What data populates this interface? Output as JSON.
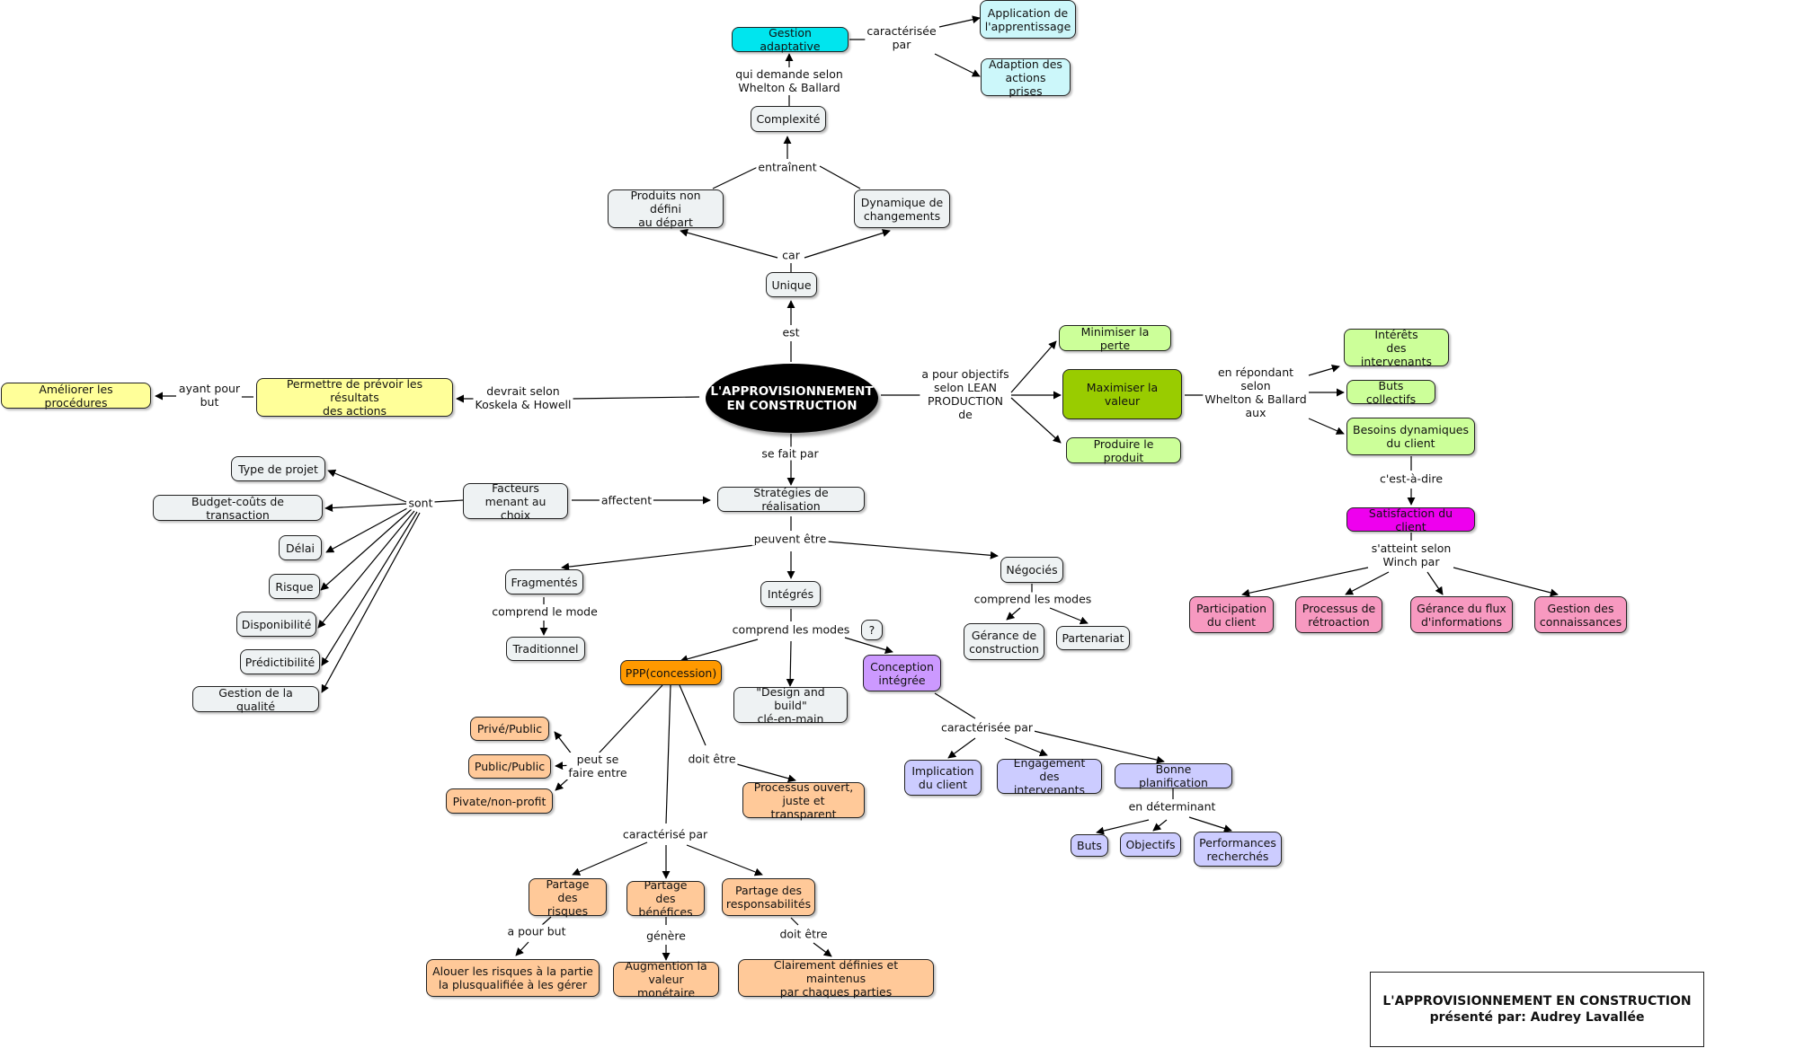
{
  "central": "L'APPROVISIONNEMENT\nEN CONSTRUCTION",
  "nodes": {
    "gestion_adaptative": "Gestion adaptative",
    "app_apprentissage": "Application de\nl'apprentissage",
    "adaption_actions": "Adaption des\nactions prises",
    "complexite": "Complexité",
    "produits_non_defini": "Produits non défini\nau départ",
    "dynamique": "Dynamique de\nchangements",
    "unique": "Unique",
    "ameliorer": "Améliorer les procédures",
    "permettre": "Permettre de prévoir les résultats\ndes actions",
    "minimiser": "Minimiser la perte",
    "maximiser": "Maximiser la valeur",
    "produire": "Produire le produit",
    "interets": "Intérêts\ndes intervenants",
    "buts_collectifs": "Buts collectifs",
    "besoins": "Besoins dynamiques\ndu client",
    "satisfaction": "Satisfaction du client",
    "participation": "Participation\ndu client",
    "processus_retroaction": "Processus de\nrétroaction",
    "gerance_flux": "Gérance du flux\nd'informations",
    "gestion_connaissances": "Gestion des\nconnaissances",
    "type_projet": "Type de projet",
    "budget": "Budget-coûts de transaction",
    "delai": "Délai",
    "risque": "Risque",
    "disponibilite": "Disponibilité",
    "predictibilite": "Prédictibilité",
    "gestion_qualite": "Gestion de la qualité",
    "facteurs": "Facteurs\nmenant au choix",
    "strategies": "Stratégies de réalisation",
    "fragmentes": "Fragmentés",
    "traditionnel": "Traditionnel",
    "integres": "Intégrés",
    "negocies": "Négociés",
    "gerance_construction": "Gérance de\nconstruction",
    "partenariat": "Partenariat",
    "question": "?",
    "conception": "Conception\nintégrée",
    "ppp": "PPP(concession)",
    "design_build": "\"Design and build\"\nclé-en-main",
    "implication": "Implication\ndu client",
    "engagement": "Engagement\ndes intervenants",
    "bonne_planification": "Bonne planification",
    "buts": "Buts",
    "objectifs": "Objectifs",
    "performances": "Performances\nrecherchés",
    "prive_public": "Privé/Public",
    "public_public": "Public/Public",
    "pivate": "Pivate/non-profit",
    "processus_ouvert": "Processus ouvert,\njuste et transparent",
    "partage_risques": "Partage des\nrisques",
    "partage_benefices": "Partage des\nbénéfices",
    "partage_resp": "Partage des\nresponsabilités",
    "alouer": "Alouer les risques à la partie\nla plusqualifiée à les gérer",
    "augmention": "Augmention la\nvaleur monétaire",
    "clairement": "Clairement définies et maintenus\npar chaques parties"
  },
  "links": {
    "caracterisee_par": "caractérisée\npar",
    "qui_demande": "qui demande selon\nWhelton & Ballard",
    "entrainent": "entraînent",
    "car": "car",
    "est": "est",
    "ayant_pour_but": "ayant pour\nbut",
    "devrait_selon": "devrait selon\nKoskela & Howell",
    "a_pour_objectifs": "a pour objectifs\nselon LEAN\nPRODUCTION\nde",
    "en_repondant": "en répondant\nselon\nWhelton & Ballard\naux",
    "cest_a_dire": "c'est-à-dire",
    "satteint": "s'atteint selon\nWinch par",
    "se_fait_par": "se fait par",
    "sont": "sont",
    "affectent": "affectent",
    "peuvent_etre": "peuvent être",
    "comprend_le_mode": "comprend le mode",
    "comprend_les_modes_neg": "comprend les modes",
    "comprend_les_modes_int": "comprend les modes",
    "caracterisee_par_2": "caractérisée par",
    "en_determinant": "en déterminant",
    "peut_se_faire": "peut se\nfaire entre",
    "doit_etre": "doit être",
    "caracterise_par": "caractérisé par",
    "a_pour_but": "a pour but",
    "genere": "génère",
    "doit_etre_2": "doit être"
  },
  "title_box": {
    "line1": "L'APPROVISIONNEMENT EN CONSTRUCTION",
    "line2": "présenté par: Audrey Lavallée"
  }
}
